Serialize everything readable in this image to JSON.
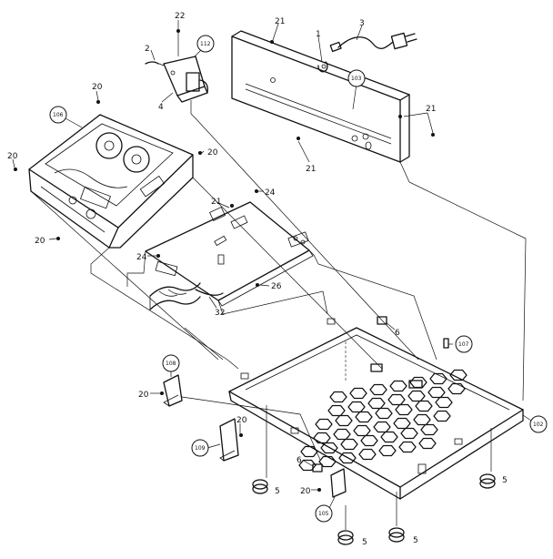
{
  "callouts": {
    "c22": "22",
    "c2": "2",
    "c112": "112",
    "c4": "4",
    "c21a": "21",
    "c1": "1",
    "c3": "3",
    "c103": "103",
    "c21b": "21",
    "c21c": "21",
    "c20a": "20",
    "c106": "106",
    "c20b": "20",
    "c20c": "20",
    "c21d": "21",
    "c24a": "24",
    "c20d": "20",
    "c24b": "24",
    "c26": "26",
    "c32": "32",
    "c6a": "6",
    "c107": "107",
    "c108": "108",
    "c20e": "20",
    "c102": "102",
    "c20f": "20",
    "c109": "109",
    "c6b": "6",
    "c5a": "5",
    "c20g": "20",
    "c105": "105",
    "c5b": "5",
    "c5c": "5",
    "c5d": "5"
  }
}
